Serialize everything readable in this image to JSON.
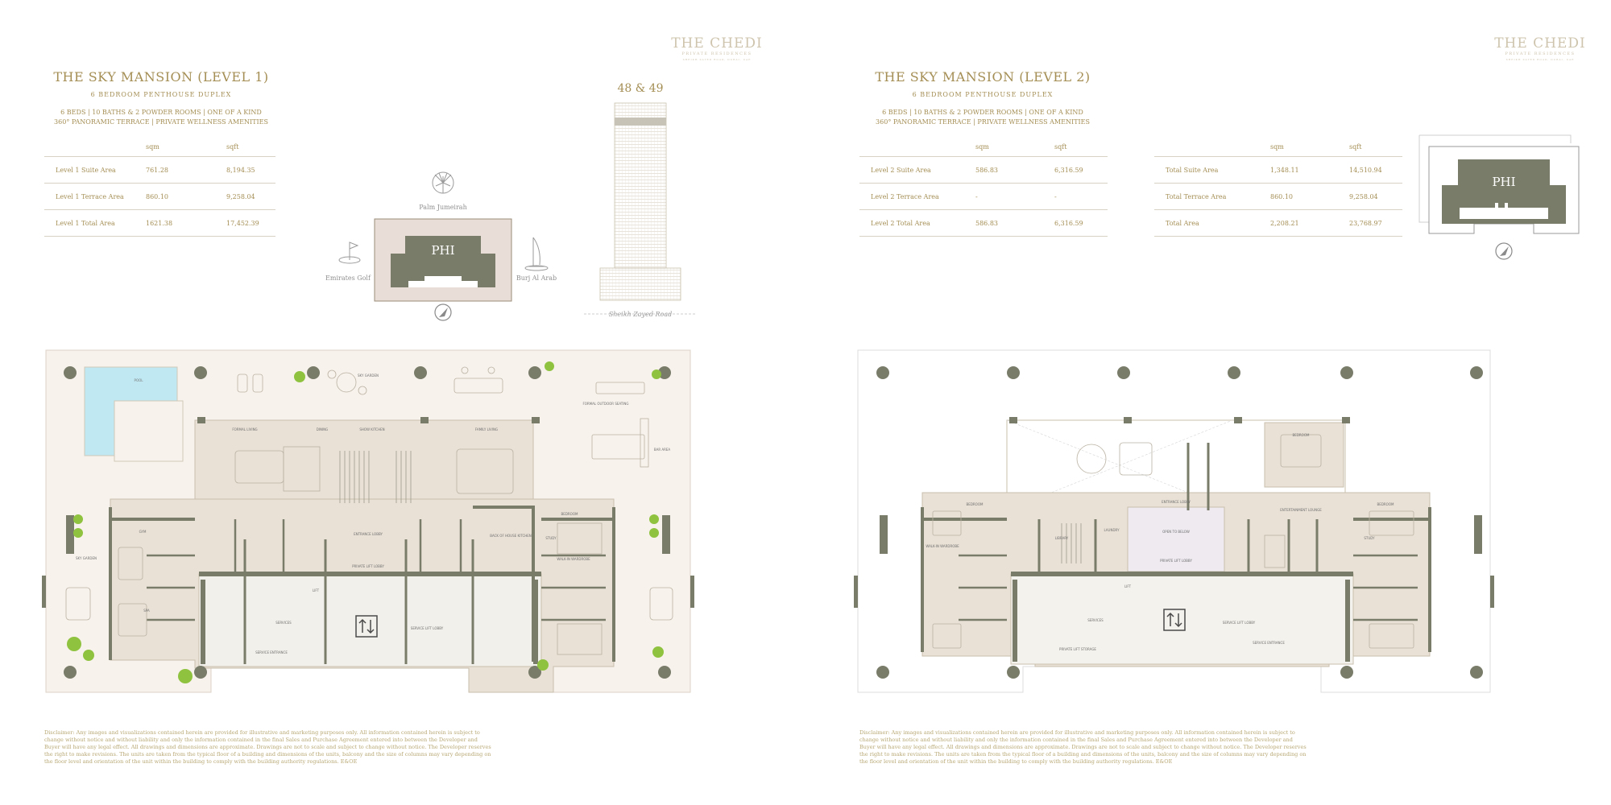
{
  "brand": {
    "name": "THE CHEDI",
    "tagline": "PRIVATE RESIDENCES",
    "location": "SHEIKH ZAYED ROAD, DUBAI, UAE"
  },
  "left": {
    "title": "THE SKY MANSION (LEVEL 1)",
    "subtitle": "6 BEDROOM PENTHOUSE DUPLEX",
    "features_line1": "6 BEDS  |  10 BATHS & 2 POWDER ROOMS  |  ONE OF A KIND",
    "features_line2": "360° PANORAMIC TERRACE | PRIVATE WELLNESS AMENITIES",
    "table": {
      "headers": [
        "",
        "sqm",
        "sqft"
      ],
      "rows": [
        [
          "Level 1  Suite Area",
          "761.28",
          "8,194.35"
        ],
        [
          "Level 1  Terrace Area",
          "860.10",
          "9,258.04"
        ],
        [
          "Level 1  Total Area",
          "1621.38",
          "17,452.39"
        ]
      ]
    },
    "map": {
      "palm": "Palm Jumeirah",
      "golf": "Emirates Golf",
      "burj": "Burj Al Arab",
      "phi": "PHI"
    },
    "tower": {
      "floors": "48 & 49",
      "road": "Sheikh Zayed Road"
    }
  },
  "right": {
    "title": "THE SKY MANSION (LEVEL 2)",
    "subtitle": "6 BEDROOM PENTHOUSE DUPLEX",
    "features_line1": "6 BEDS  |  10 BATHS & 2 POWDER ROOMS  |  ONE OF A KIND",
    "features_line2": "360° PANORAMIC TERRACE | PRIVATE WELLNESS AMENITIES",
    "table": {
      "headers": [
        "",
        "sqm",
        "sqft"
      ],
      "rows": [
        [
          "Level 2 Suite Area",
          "586.83",
          "6,316.59"
        ],
        [
          "Level 2 Terrace Area",
          "-",
          "-"
        ],
        [
          "Level 2 Total Area",
          "586.83",
          "6,316.59"
        ]
      ]
    },
    "totals": {
      "headers": [
        "",
        "sqm",
        "sqft"
      ],
      "rows": [
        [
          "Total Suite Area",
          "1,348.11",
          "14,510.94"
        ],
        [
          "Total Terrace Area",
          "860.10",
          "9,258.04"
        ],
        [
          "Total Area",
          "2,208.21",
          "23,768.97"
        ]
      ]
    },
    "phi": "PHI"
  },
  "plan_labels": {
    "pool": "POOL",
    "sky_garden": "SKY GARDEN",
    "formal_living": "FORMAL LIVING",
    "dining": "DINING",
    "show_kitchen": "SHOW KITCHEN",
    "family_living": "FAMILY LIVING",
    "entrance_lobby": "ENTRANCE LOBBY",
    "private_lift_lobby": "PRIVATE LIFT LOBBY",
    "bedroom": "BEDROOM",
    "walk_in_wardrobe": "WALK-IN WARDROBE",
    "study": "STUDY",
    "gym": "GYM",
    "spa": "SPA",
    "lift": "LIFT",
    "services": "SERVICES",
    "service_entrance": "SERVICE ENTRANCE",
    "service_lift_lobby": "SERVICE LIFT LOBBY",
    "back_of_house_kitchen": "BACK OF HOUSE KITCHEN",
    "open_to_below": "OPEN TO BELOW",
    "library": "LIBRARY",
    "entertainment_lounge": "ENTERTAINMENT LOUNGE",
    "private_lift_storage": "PRIVATE LIFT STORAGE",
    "laundry": "LAUNDRY",
    "bar_area": "BAR AREA",
    "formal_outdoor_seating": "FORMAL OUTDOOR SEATING"
  },
  "disclaimer": "Disclaimer: Any images and visualizations contained herein are provided for illustrative and marketing purposes only. All information contained herein is subject to change without notice and without liability and only the information contained in the final Sales and Purchase Agreement entered into between the Developer and Buyer will have any legal effect. All drawings and dimensions are approximate. Drawings are not to scale and subject to change without notice. The Developer reserves the right to make revisions. The units are taken from the typical floor of a building and dimensions of the units, balcony and the size of columns may vary depending on the floor level and orientation of the unit within the building to comply with the building authority regulations. E&OE",
  "colors": {
    "gold": "#a48e54",
    "olive": "#7a7c6a",
    "beige": "#e9e1d6",
    "terrace": "#f7f2ec",
    "pool": "#bfe8f2",
    "plant": "#8fc23f"
  }
}
